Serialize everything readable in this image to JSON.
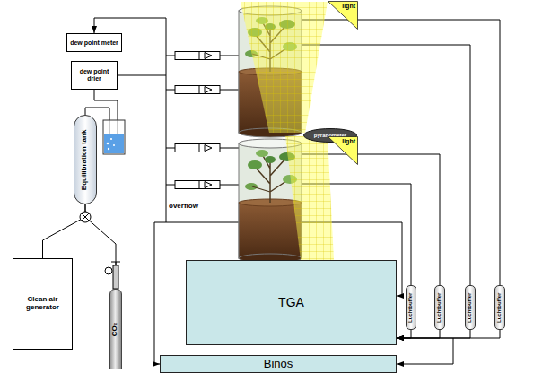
{
  "diagram": {
    "nodes": [
      {
        "text": [
          "dew point meter"
        ]
      },
      {
        "text": [
          "dew point drier"
        ]
      },
      {
        "text": [
          "Equilibration tank"
        ]
      },
      {
        "text": [
          "Clean air generator"
        ]
      },
      {
        "text": [
          "CO₂"
        ]
      },
      {
        "text": [
          "light"
        ]
      },
      {
        "text": [
          "pyranometer"
        ]
      },
      {
        "text": [
          "light"
        ]
      },
      {
        "text": [
          "Luchtbuffer"
        ]
      },
      {
        "text": [
          "Luchtbuffer"
        ]
      },
      {
        "text": [
          "Luchtbuffer"
        ]
      },
      {
        "text": [
          "Luchtbuffer"
        ]
      },
      {
        "text": [
          "TGA"
        ]
      },
      {
        "text": [
          "Binos"
        ]
      }
    ],
    "edges": [
      {
        "from": 3,
        "to": 2,
        "arrow": "none"
      },
      {
        "from": 4,
        "to": 2,
        "arrow": "none"
      },
      {
        "from": 2,
        "to": 1,
        "arrow": "none"
      },
      {
        "from": 8,
        "to": 12,
        "arrow": "to"
      },
      {
        "from": 9,
        "to": 12,
        "arrow": "to"
      },
      {
        "from": 10,
        "to": 12,
        "arrow": "to"
      },
      {
        "from": 11,
        "to": 12,
        "arrow": "to"
      }
    ],
    "labels": [
      "overflow"
    ]
  }
}
